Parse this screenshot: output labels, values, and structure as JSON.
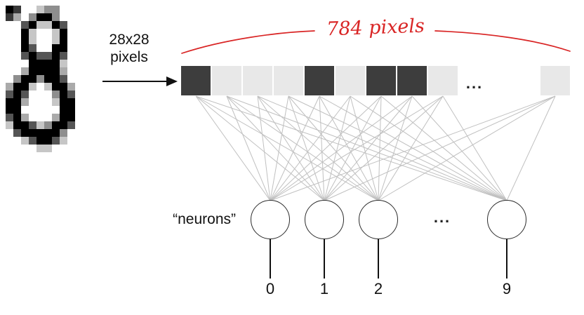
{
  "digit_image": {
    "alt": "handwritten digit 8",
    "rows": [
      "9700244000",
      "7304994000",
      "0069229600",
      "0092002900",
      "0092002900",
      "0096009900",
      "0069669600",
      "0009999200",
      "0039999300",
      "0499499600",
      "3992029930",
      "6960004960",
      "9930002990",
      "9900000990",
      "6930003990",
      "2996249960",
      "0699999400",
      "0026996200",
      "0000220000"
    ]
  },
  "input_label": {
    "line1": "28x28",
    "line2": "pixels"
  },
  "annotation": {
    "text": "784 pixels"
  },
  "pixel_row": {
    "cells": [
      "dark",
      "light",
      "light",
      "light",
      "dark",
      "light",
      "dark",
      "dark",
      "light"
    ],
    "ellipsis": "...",
    "tail": "light"
  },
  "neurons": {
    "label": "“neurons”",
    "ellipsis": "...",
    "units": [
      {
        "output": "0"
      },
      {
        "output": "1"
      },
      {
        "output": "2"
      },
      {
        "output": "9"
      }
    ]
  },
  "colors": {
    "dark_cell": "#3d3d3d",
    "light_cell": "#e8e8e8",
    "wire": "#c0c0c0",
    "annotation_red": "#d92525",
    "ink": "#111111"
  }
}
